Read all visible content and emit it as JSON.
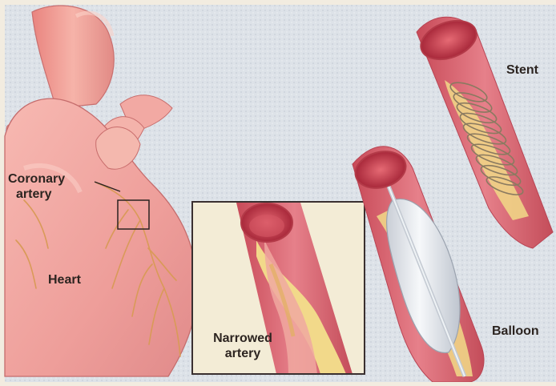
{
  "labels": {
    "coronary_artery": [
      "Coronary",
      "artery"
    ],
    "heart": "Heart",
    "narrowed_artery": [
      "Narrowed",
      "artery"
    ],
    "stent": "Stent",
    "balloon": "Balloon"
  },
  "colors": {
    "background": "#dfe3e8",
    "frame": "#f2ece0",
    "heart": "#f0a5a0",
    "artery_wall": "#d9606c",
    "plaque": "#f2d98a",
    "inset_bg": "#f3ecd6",
    "balloon": "#e9eef2",
    "stent_coil": "#8a7a60"
  }
}
